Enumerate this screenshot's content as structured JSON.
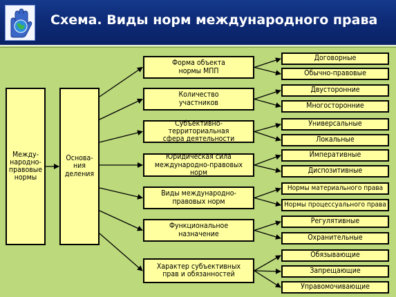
{
  "header": {
    "title": "Схема. Виды норм международного права"
  },
  "root": "Между-\nнародно-\nправовые\nнормы",
  "basis": "Основа-\nния\nделения",
  "criteria": [
    {
      "label": "Форма объекта\nнормы МПП",
      "types": [
        "Договорные",
        "Обычно-правовые"
      ]
    },
    {
      "label": "Количество\nучастников",
      "types": [
        "Двусторонние",
        "Многосторонние"
      ]
    },
    {
      "label": "Субъективно-территориальная\nсфера деятельности",
      "types": [
        "Универсальные",
        "Локальные"
      ]
    },
    {
      "label": "Юридическая сила\nмеждународно-правовых норм",
      "types": [
        "Императивные",
        "Диспозитивные"
      ]
    },
    {
      "label": "Виды международно-\nправовых норм",
      "types": [
        "Нормы материального права",
        "Нормы процессуального права"
      ]
    },
    {
      "label": "Функциональное\nназначение",
      "types": [
        "Регулятивные",
        "Охранительные"
      ]
    },
    {
      "label": "Характер субъективных\nправ и обязанностей",
      "types": [
        "Обязывающие",
        "Запрещающие",
        "Управомочивающие"
      ]
    }
  ],
  "colors": {
    "header_bg": "#0e2c79",
    "panel_bg": "#bcd97c",
    "box_fill": "#ffffa0",
    "text": "#000000"
  }
}
